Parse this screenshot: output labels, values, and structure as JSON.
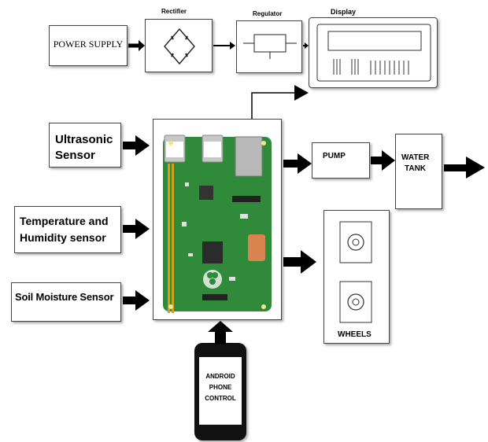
{
  "blocks": {
    "power_supply": "POWER SUPPLY",
    "rectifier": "Rectifier",
    "regulator": "Regulator",
    "display": "Display",
    "ultrasonic_line1": "Ultrasonic",
    "ultrasonic_line2": "Sensor",
    "temp_line1": "Temperature and",
    "temp_line2": "Humidity sensor",
    "soil": "Soil Moisture Sensor",
    "pump": "PUMP",
    "water_line1": "WATER",
    "water_line2": "TANK",
    "wheels": "WHEELS",
    "android_line1": "ANDROID",
    "android_line2": "PHONE",
    "android_line3": "CONTROL"
  },
  "colors": {
    "board_green": "#2f8a3a",
    "arrow": "#000000"
  }
}
